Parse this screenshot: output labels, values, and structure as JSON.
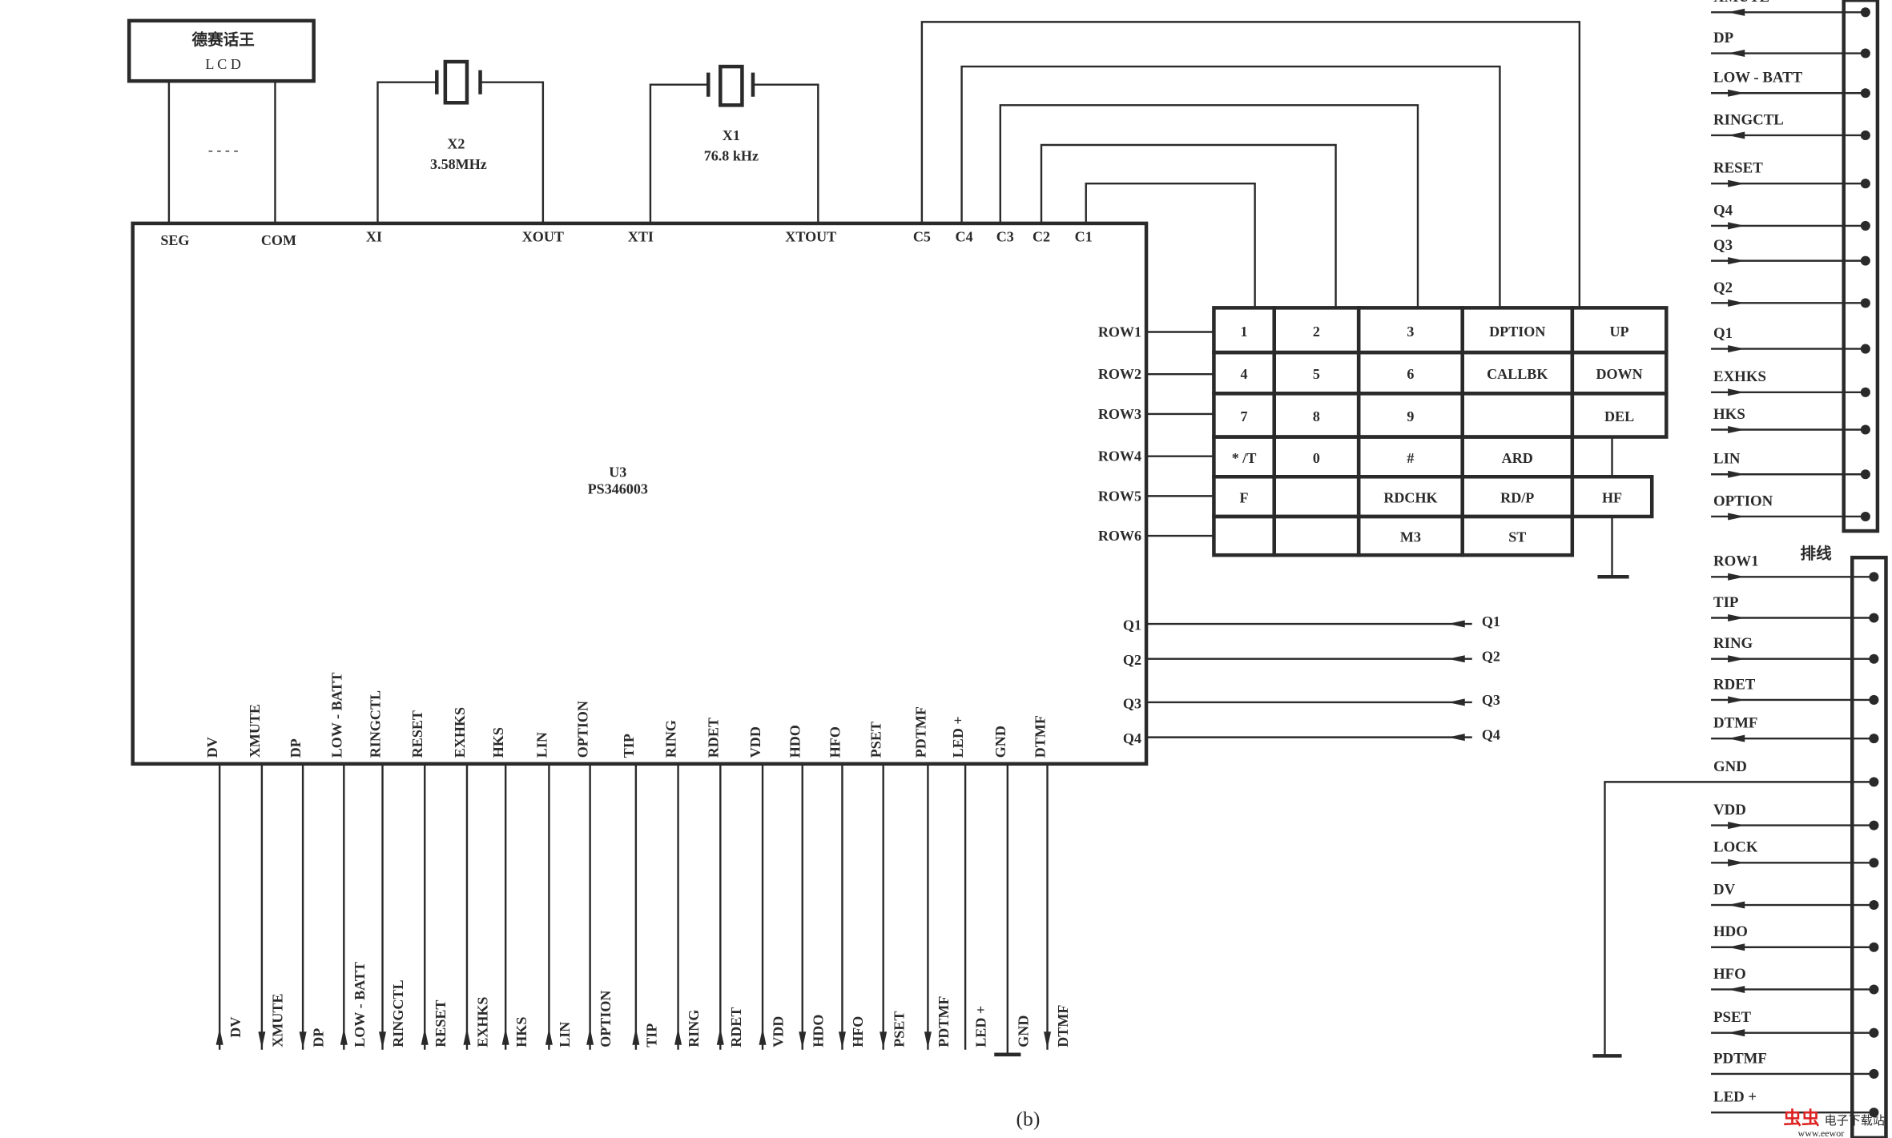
{
  "lcd": {
    "title": "德赛话王",
    "sub": "L C D",
    "dots": "- - - -"
  },
  "crystals": [
    {
      "name": "X2",
      "freq": "3.58MHz"
    },
    {
      "name": "X1",
      "freq": "76.8 kHz"
    }
  ],
  "chip": {
    "ref": "U3",
    "part": "PS346003",
    "top_pins": [
      "SEG",
      "COM",
      "XI",
      "XOUT",
      "XTI",
      "XTOUT",
      "C5",
      "C4",
      "C3",
      "C2",
      "C1"
    ],
    "row_pins": [
      "ROW1",
      "ROW2",
      "ROW3",
      "ROW4",
      "ROW5",
      "ROW6"
    ],
    "q_pins": [
      "Q1",
      "Q2",
      "Q3",
      "Q4"
    ],
    "bottom_pins": [
      {
        "label": "DV",
        "dir": "up"
      },
      {
        "label": "XMUTE",
        "dir": "down"
      },
      {
        "label": "DP",
        "dir": "down"
      },
      {
        "label": "LOW - BATT",
        "dir": "up"
      },
      {
        "label": "RINGCTL",
        "dir": "down"
      },
      {
        "label": "RESET",
        "dir": "up"
      },
      {
        "label": "EXHKS",
        "dir": "up"
      },
      {
        "label": "HKS",
        "dir": "up"
      },
      {
        "label": "LIN",
        "dir": "up"
      },
      {
        "label": "OPTION",
        "dir": "up"
      },
      {
        "label": "TIP",
        "dir": "up"
      },
      {
        "label": "RING",
        "dir": "up"
      },
      {
        "label": "RDET",
        "dir": "up"
      },
      {
        "label": "VDD",
        "dir": "up"
      },
      {
        "label": "HDO",
        "dir": "down"
      },
      {
        "label": "HFO",
        "dir": "down"
      },
      {
        "label": "PSET",
        "dir": "down"
      },
      {
        "label": "PDTMF",
        "dir": "down"
      },
      {
        "label": "LED +",
        "dir": "none"
      },
      {
        "label": "GND",
        "dir": "gnd"
      },
      {
        "label": "DTMF",
        "dir": "down"
      }
    ]
  },
  "q_outputs": [
    "Q1",
    "Q2",
    "Q3",
    "Q4"
  ],
  "keypad": {
    "rows": [
      [
        "1",
        "2",
        "3",
        "DPTION",
        "UP"
      ],
      [
        "4",
        "5",
        "6",
        "CALLBK",
        "DOWN"
      ],
      [
        "7",
        "8",
        "9",
        "",
        "DEL"
      ],
      [
        "* /T",
        "0",
        "#",
        "ARD",
        null
      ],
      [
        "F",
        "",
        "RDCHK",
        "RD/P",
        "HF"
      ],
      [
        "",
        "",
        "M3",
        "ST",
        null
      ]
    ]
  },
  "connector1": {
    "pins": [
      {
        "label": "XMUTE",
        "dir": "left"
      },
      {
        "label": "DP",
        "dir": "left"
      },
      {
        "label": "LOW - BATT",
        "dir": "right"
      },
      {
        "label": "RINGCTL",
        "dir": "left"
      },
      {
        "label": "RESET",
        "dir": "right"
      },
      {
        "label": "Q4",
        "dir": "right"
      },
      {
        "label": "Q3",
        "dir": "right"
      },
      {
        "label": "Q2",
        "dir": "right"
      },
      {
        "label": "Q1",
        "dir": "right"
      },
      {
        "label": "EXHKS",
        "dir": "right"
      },
      {
        "label": "HKS",
        "dir": "right"
      },
      {
        "label": "LIN",
        "dir": "right"
      },
      {
        "label": "OPTION",
        "dir": "right"
      }
    ]
  },
  "connector2": {
    "title": "排线",
    "pins": [
      {
        "label": "ROW1",
        "dir": "right"
      },
      {
        "label": "TIP",
        "dir": "right"
      },
      {
        "label": "RING",
        "dir": "right"
      },
      {
        "label": "RDET",
        "dir": "right"
      },
      {
        "label": "DTMF",
        "dir": "left"
      },
      {
        "label": "GND",
        "dir": "gnd"
      },
      {
        "label": "VDD",
        "dir": "right"
      },
      {
        "label": "LOCK",
        "dir": "right"
      },
      {
        "label": "DV",
        "dir": "left"
      },
      {
        "label": "HDO",
        "dir": "left"
      },
      {
        "label": "HFO",
        "dir": "left"
      },
      {
        "label": "PSET",
        "dir": "left"
      },
      {
        "label": "PDTMF",
        "dir": "none"
      },
      {
        "label": "LED +",
        "dir": "none"
      }
    ]
  },
  "caption": "(b)",
  "watermark": {
    "brand": "虫虫",
    "text": "电子下载站",
    "url": "www.eewor"
  }
}
